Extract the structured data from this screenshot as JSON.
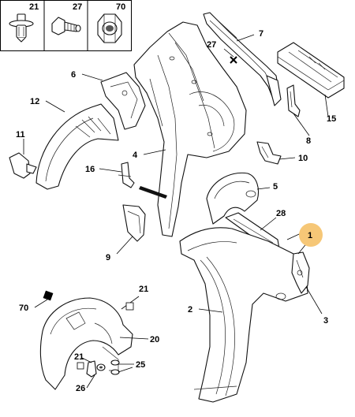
{
  "legend": [
    {
      "number": "21",
      "icon": "push-clip-icon"
    },
    {
      "number": "27",
      "icon": "screw-bolt-icon"
    },
    {
      "number": "70",
      "icon": "nut-icon"
    }
  ],
  "callouts": [
    {
      "number": "1",
      "highlighted": true
    },
    {
      "number": "2"
    },
    {
      "number": "3"
    },
    {
      "number": "4"
    },
    {
      "number": "5"
    },
    {
      "number": "6"
    },
    {
      "number": "7"
    },
    {
      "number": "8"
    },
    {
      "number": "9"
    },
    {
      "number": "10"
    },
    {
      "number": "11"
    },
    {
      "number": "12"
    },
    {
      "number": "15"
    },
    {
      "number": "16"
    },
    {
      "number": "20"
    },
    {
      "number": "21"
    },
    {
      "number": "21"
    },
    {
      "number": "25"
    },
    {
      "number": "26"
    },
    {
      "number": "27"
    },
    {
      "number": "28"
    },
    {
      "number": "70"
    }
  ],
  "colors": {
    "highlight": "#f6c777",
    "line": "#111111"
  }
}
